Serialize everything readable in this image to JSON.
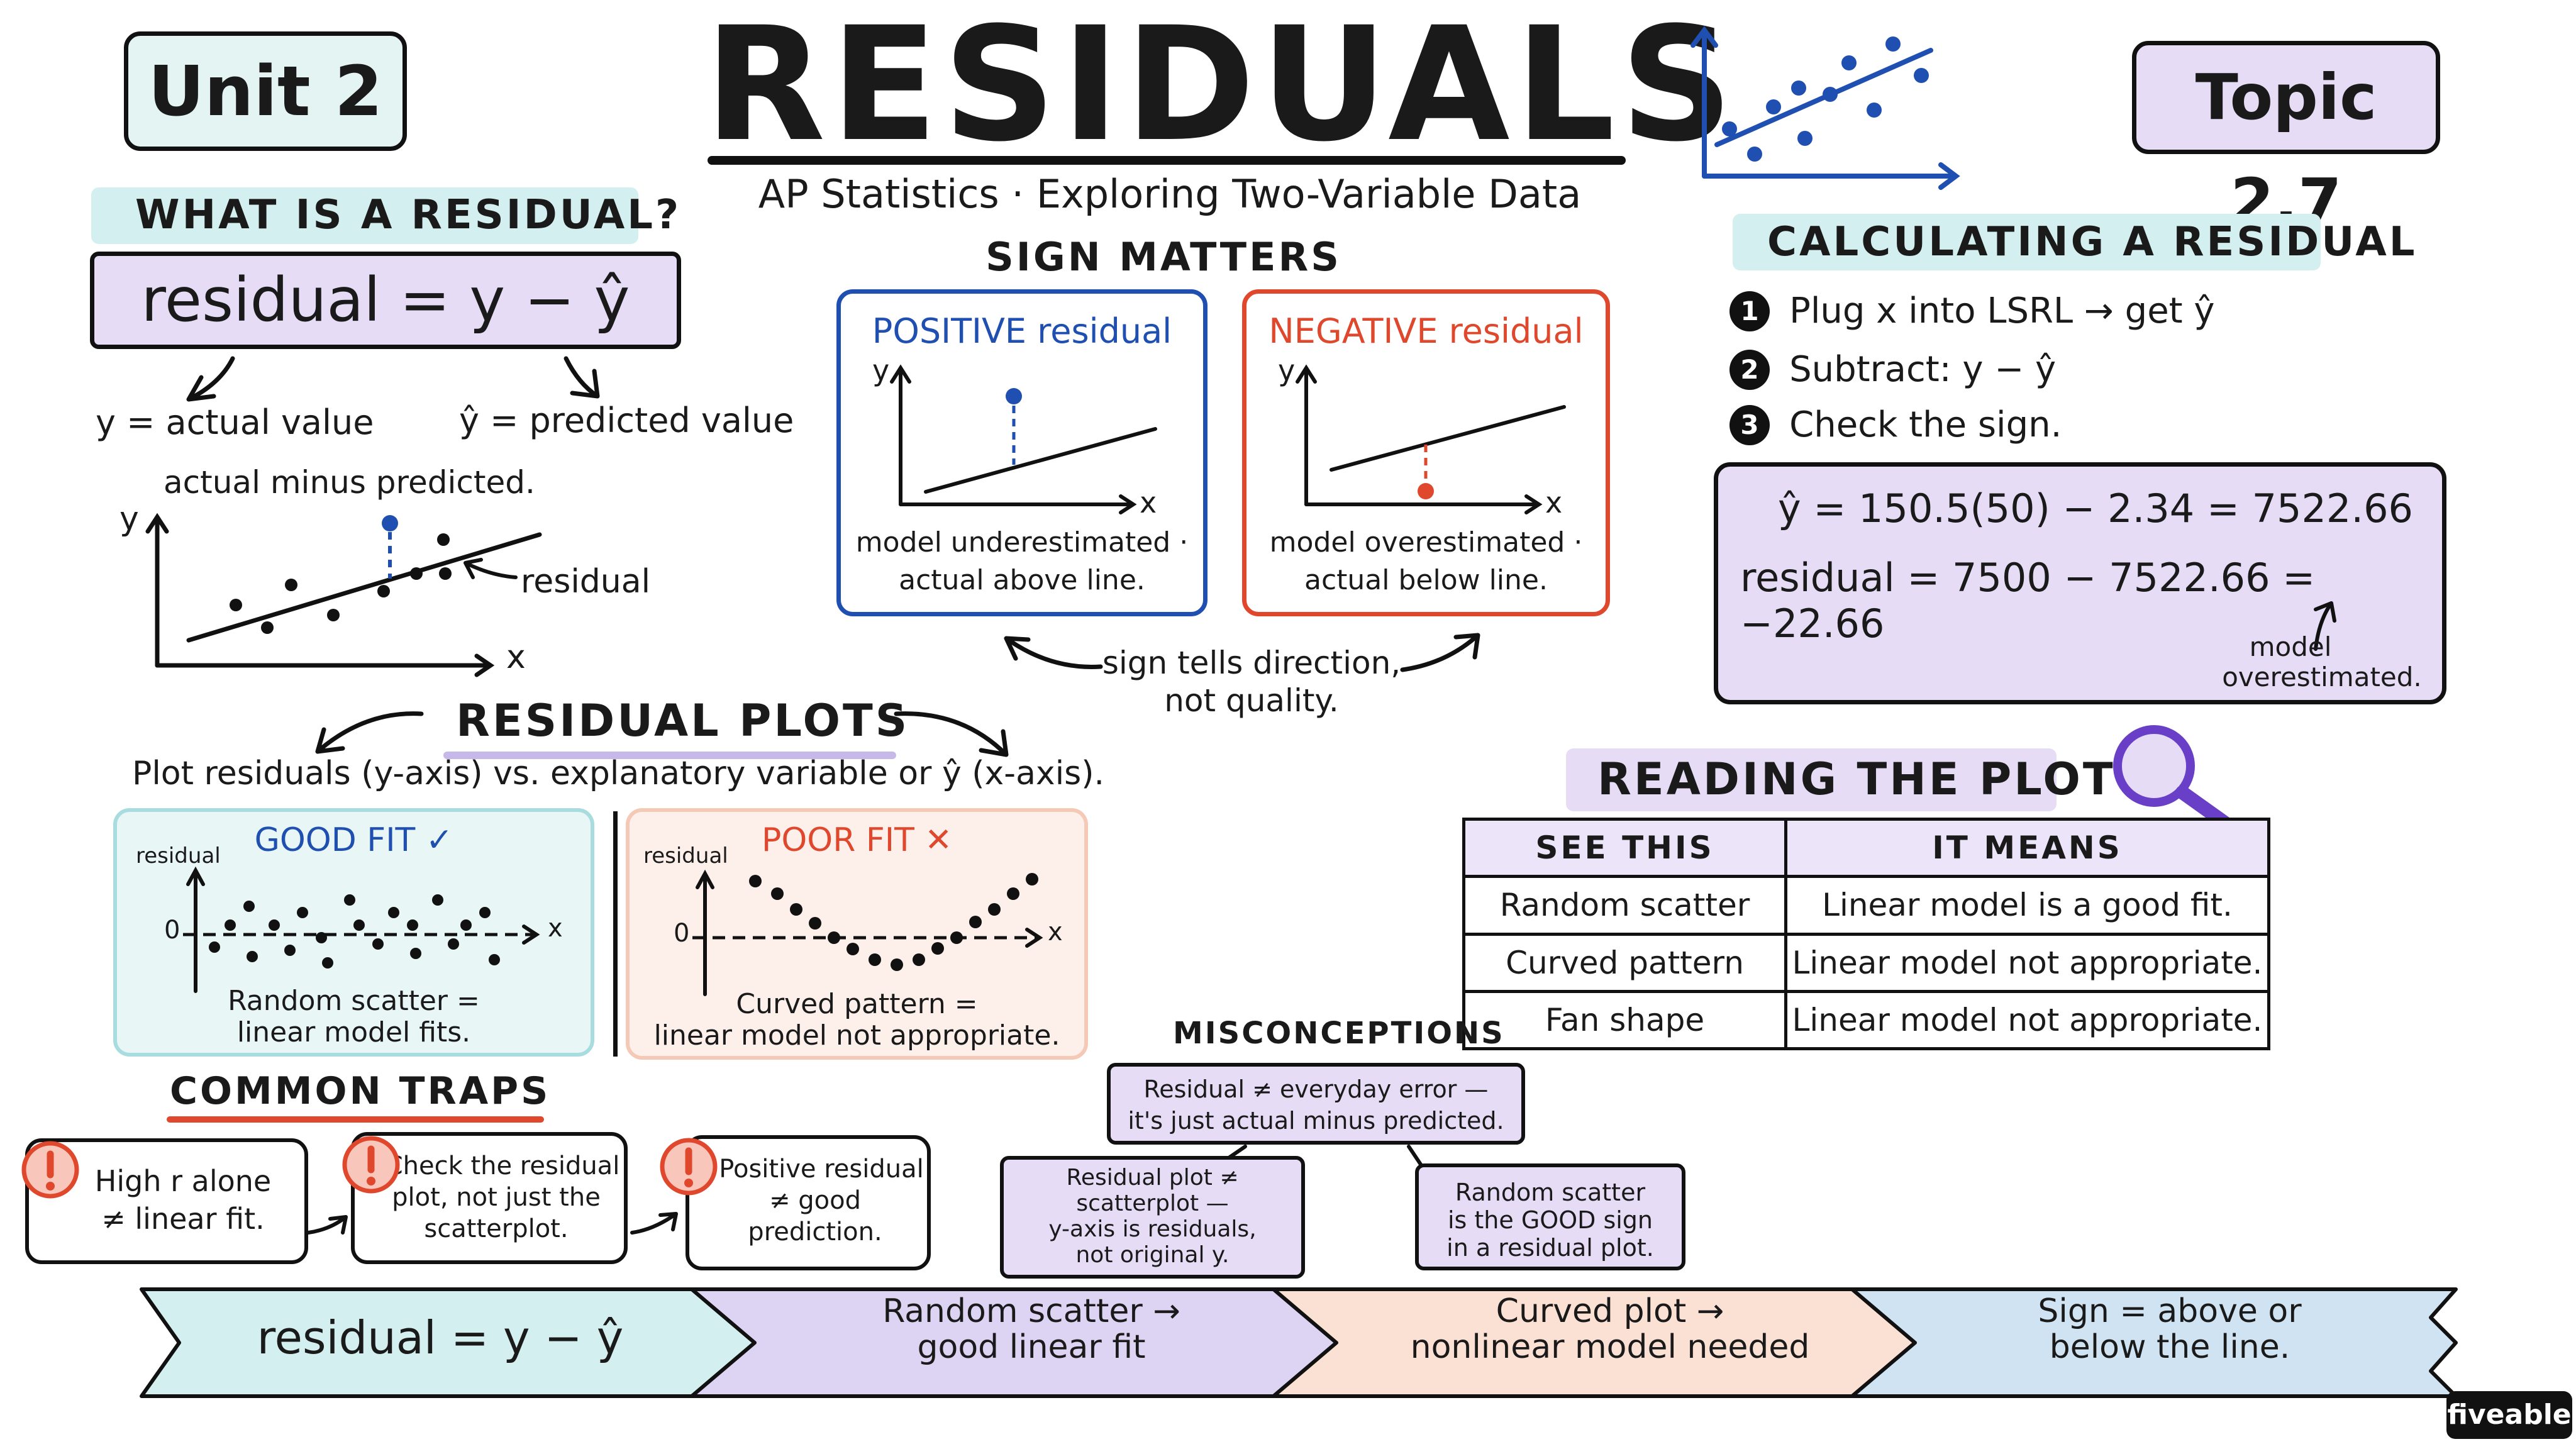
{
  "badges": {
    "unit": "Unit 2",
    "topic": "Topic 2.7"
  },
  "title": "RESIDUALS",
  "subtitle": "AP Statistics · Exploring Two-Variable Data",
  "what_is": {
    "heading": "WHAT IS A RESIDUAL?",
    "formula": "residual = y − ŷ",
    "y_label": "y = actual value",
    "yhat_label": "ŷ = predicted value",
    "note": "actual minus predicted.",
    "axis_y": "y",
    "axis_x": "x",
    "residual_label": "residual"
  },
  "sign_matters": {
    "heading": "SIGN MATTERS",
    "positive": {
      "title": "POSITIVE residual",
      "axis_y": "y",
      "axis_x": "x",
      "line1": "model underestimated ·",
      "line2": "actual above line."
    },
    "negative": {
      "title": "NEGATIVE residual",
      "axis_y": "y",
      "axis_x": "x",
      "line1": "model overestimated ·",
      "line2": "actual below line."
    },
    "caption1": "sign tells direction,",
    "caption2": "not quality."
  },
  "calculating": {
    "heading": "CALCULATING A RESIDUAL",
    "steps": [
      {
        "num": "1",
        "text": "Plug x into LSRL → get ŷ"
      },
      {
        "num": "2",
        "text": "Subtract: y − ŷ"
      },
      {
        "num": "3",
        "text": "Check the sign."
      }
    ],
    "eq1": "ŷ = 150.5(50) − 2.34 = 7522.66",
    "eq2": "residual = 7500 − 7522.66 = −22.66",
    "note1": "model",
    "note2": "overestimated."
  },
  "residual_plots": {
    "heading": "RESIDUAL PLOTS",
    "desc": "Plot residuals (y-axis) vs. explanatory variable or ŷ (x-axis).",
    "good": {
      "title": "GOOD FIT ✓",
      "axis_y": "residual",
      "zero": "0",
      "axis_x": "x",
      "line1": "Random scatter =",
      "line2": "linear model fits."
    },
    "poor": {
      "title": "POOR FIT ✕",
      "axis_y": "residual",
      "zero": "0",
      "axis_x": "x",
      "line1": "Curved pattern =",
      "line2": "linear model not appropriate."
    }
  },
  "reading": {
    "heading": "READING THE PLOT",
    "col1": "SEE THIS",
    "col2": "IT MEANS",
    "rows": [
      {
        "see": "Random scatter",
        "means": "Linear model is a good fit."
      },
      {
        "see": "Curved pattern",
        "means": "Linear model not appropriate."
      },
      {
        "see": "Fan shape",
        "means": "Linear model not appropriate."
      }
    ]
  },
  "traps": {
    "heading": "COMMON TRAPS",
    "items": [
      {
        "l1": "High r alone",
        "l2": "≠ linear fit.",
        "l3": ""
      },
      {
        "l1": "Check the residual",
        "l2": "plot, not just the",
        "l3": "scatterplot."
      },
      {
        "l1": "Positive residual",
        "l2": "≠ good",
        "l3": "prediction."
      }
    ]
  },
  "misconceptions": {
    "heading": "MISCONCEPTIONS",
    "top": {
      "l1": "Residual ≠ everyday error —",
      "l2": "it's just actual minus predicted."
    },
    "left": {
      "l1": "Residual plot ≠",
      "l2": "scatterplot —",
      "l3": "y-axis is residuals,",
      "l4": "not original y."
    },
    "right": {
      "l1": "Random scatter",
      "l2": "is the GOOD sign",
      "l3": "in a residual plot."
    }
  },
  "banner": [
    {
      "l1": "residual = y − ŷ",
      "l2": ""
    },
    {
      "l1": "Random scatter →",
      "l2": "good linear fit"
    },
    {
      "l1": "Curved plot →",
      "l2": "nonlinear model needed"
    },
    {
      "l1": "Sign = above or",
      "l2": "below the line."
    }
  ],
  "brand": "fiveable",
  "colors": {
    "blue": "#1f4fb0",
    "red": "#e0482e",
    "purple": "#e6dcf5",
    "teal": "#d4eff0",
    "peach": "#fbe0d4",
    "sky": "#cfe3f2",
    "lavender": "#ddd4f3"
  }
}
